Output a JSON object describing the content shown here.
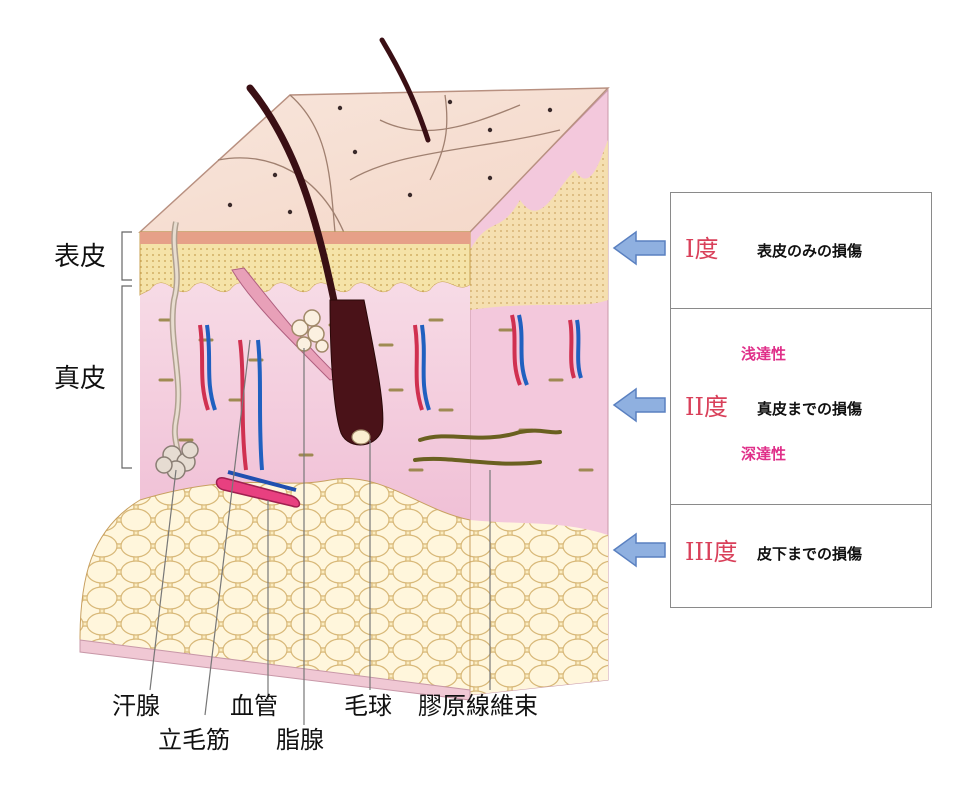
{
  "layers": {
    "epidermis": "表皮",
    "dermis": "真皮"
  },
  "parts": {
    "sweat_gland": "汗腺",
    "arrector_pili": "立毛筋",
    "blood_vessel": "血管",
    "sebaceous_gland": "脂腺",
    "hair_bulb": "毛球",
    "collagen_bundle": "膠原線維束"
  },
  "legend": {
    "first": {
      "degree": "I度",
      "description": "表皮のみの損傷"
    },
    "second": {
      "degree": "II度",
      "description": "真皮までの損傷",
      "superficial": "浅達性",
      "deep": "深達性"
    },
    "third": {
      "degree": "III度",
      "description": "皮下までの損傷"
    }
  },
  "colors": {
    "degree_text": "#d9405a",
    "subtype_text": "#e0308a",
    "arrow_fill": "#8fb0e0",
    "arrow_stroke": "#5a80c0",
    "border": "#8a8a8a"
  }
}
